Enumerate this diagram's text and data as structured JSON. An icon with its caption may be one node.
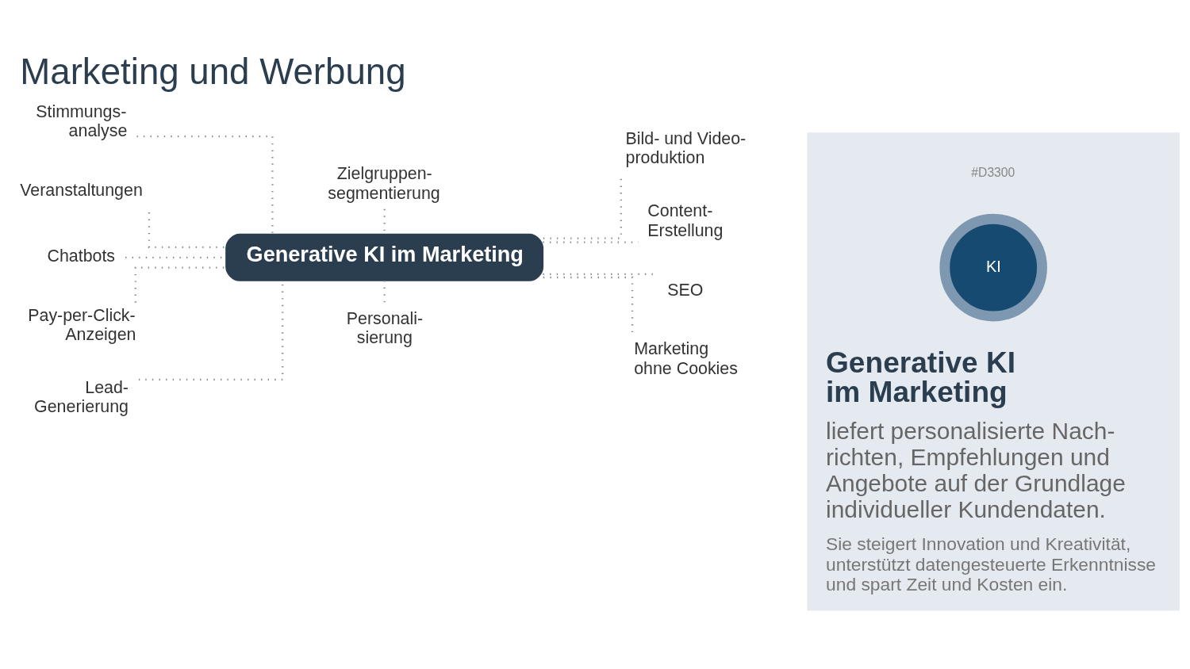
{
  "diagram": {
    "title": "Marketing und Werbung",
    "nodes": [
      {
        "text": [
          "Generative KI im Marketing"
        ]
      },
      {
        "text": [
          "Stimmungs- analyse"
        ]
      },
      {
        "text": [
          "Veranstaltungen"
        ]
      },
      {
        "text": [
          "Chatbots"
        ]
      },
      {
        "text": [
          "Pay-per-Click- Anzeigen"
        ]
      },
      {
        "text": [
          "Lead- Generierung"
        ]
      },
      {
        "text": [
          "Zielgruppen- segmentierung"
        ]
      },
      {
        "text": [
          "Personali- sierung"
        ]
      },
      {
        "text": [
          "Bild- und Video- produktion"
        ]
      },
      {
        "text": [
          "Content- Erstellung"
        ]
      },
      {
        "text": [
          "SEO"
        ]
      },
      {
        "text": [
          "Marketing ohne Cookies"
        ]
      },
      {
        "text": [
          "Generative KI im Marketing",
          "liefert personalisierte Nach- richten, Empfehlungen und Angebote auf der Grundlage individueller Kundendaten.",
          "Sie steigert Innovation und Kreativität, unterstützt datengesteuerte Erkenntnisse und spart Zeit und Kosten ein."
        ]
      },
      {
        "text": [
          "KI"
        ],
        "in": 12
      }
    ],
    "edges": [
      {
        "from": 1,
        "to": 0,
        "arrow": "none"
      },
      {
        "from": 2,
        "to": 0,
        "arrow": "none"
      },
      {
        "from": 3,
        "to": 0,
        "arrow": "none"
      },
      {
        "from": 4,
        "to": 0,
        "arrow": "none"
      },
      {
        "from": 5,
        "to": 0,
        "arrow": "none"
      },
      {
        "from": 6,
        "to": 0,
        "arrow": "none"
      },
      {
        "from": 0,
        "to": 7,
        "arrow": "none"
      },
      {
        "from": 0,
        "to": 8,
        "arrow": "none"
      },
      {
        "from": 0,
        "to": 9,
        "arrow": "none"
      },
      {
        "from": 0,
        "to": 10,
        "arrow": "none"
      },
      {
        "from": 0,
        "to": 11,
        "arrow": "none"
      }
    ],
    "labels": [
      "#D3300"
    ]
  }
}
